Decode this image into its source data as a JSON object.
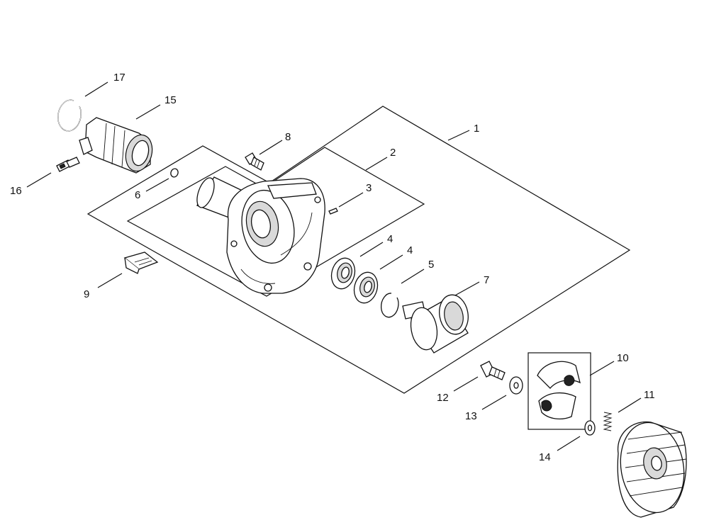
{
  "diagram": {
    "callouts": {
      "c1": "1",
      "c2": "2",
      "c3": "3",
      "c4a": "4",
      "c4b": "4",
      "c5": "5",
      "c6": "6",
      "c7": "7",
      "c8": "8",
      "c9": "9",
      "c10": "10",
      "c11": "11",
      "c12": "12",
      "c13": "13",
      "c14": "14",
      "c15": "15",
      "c16": "16",
      "c17": "17"
    }
  }
}
